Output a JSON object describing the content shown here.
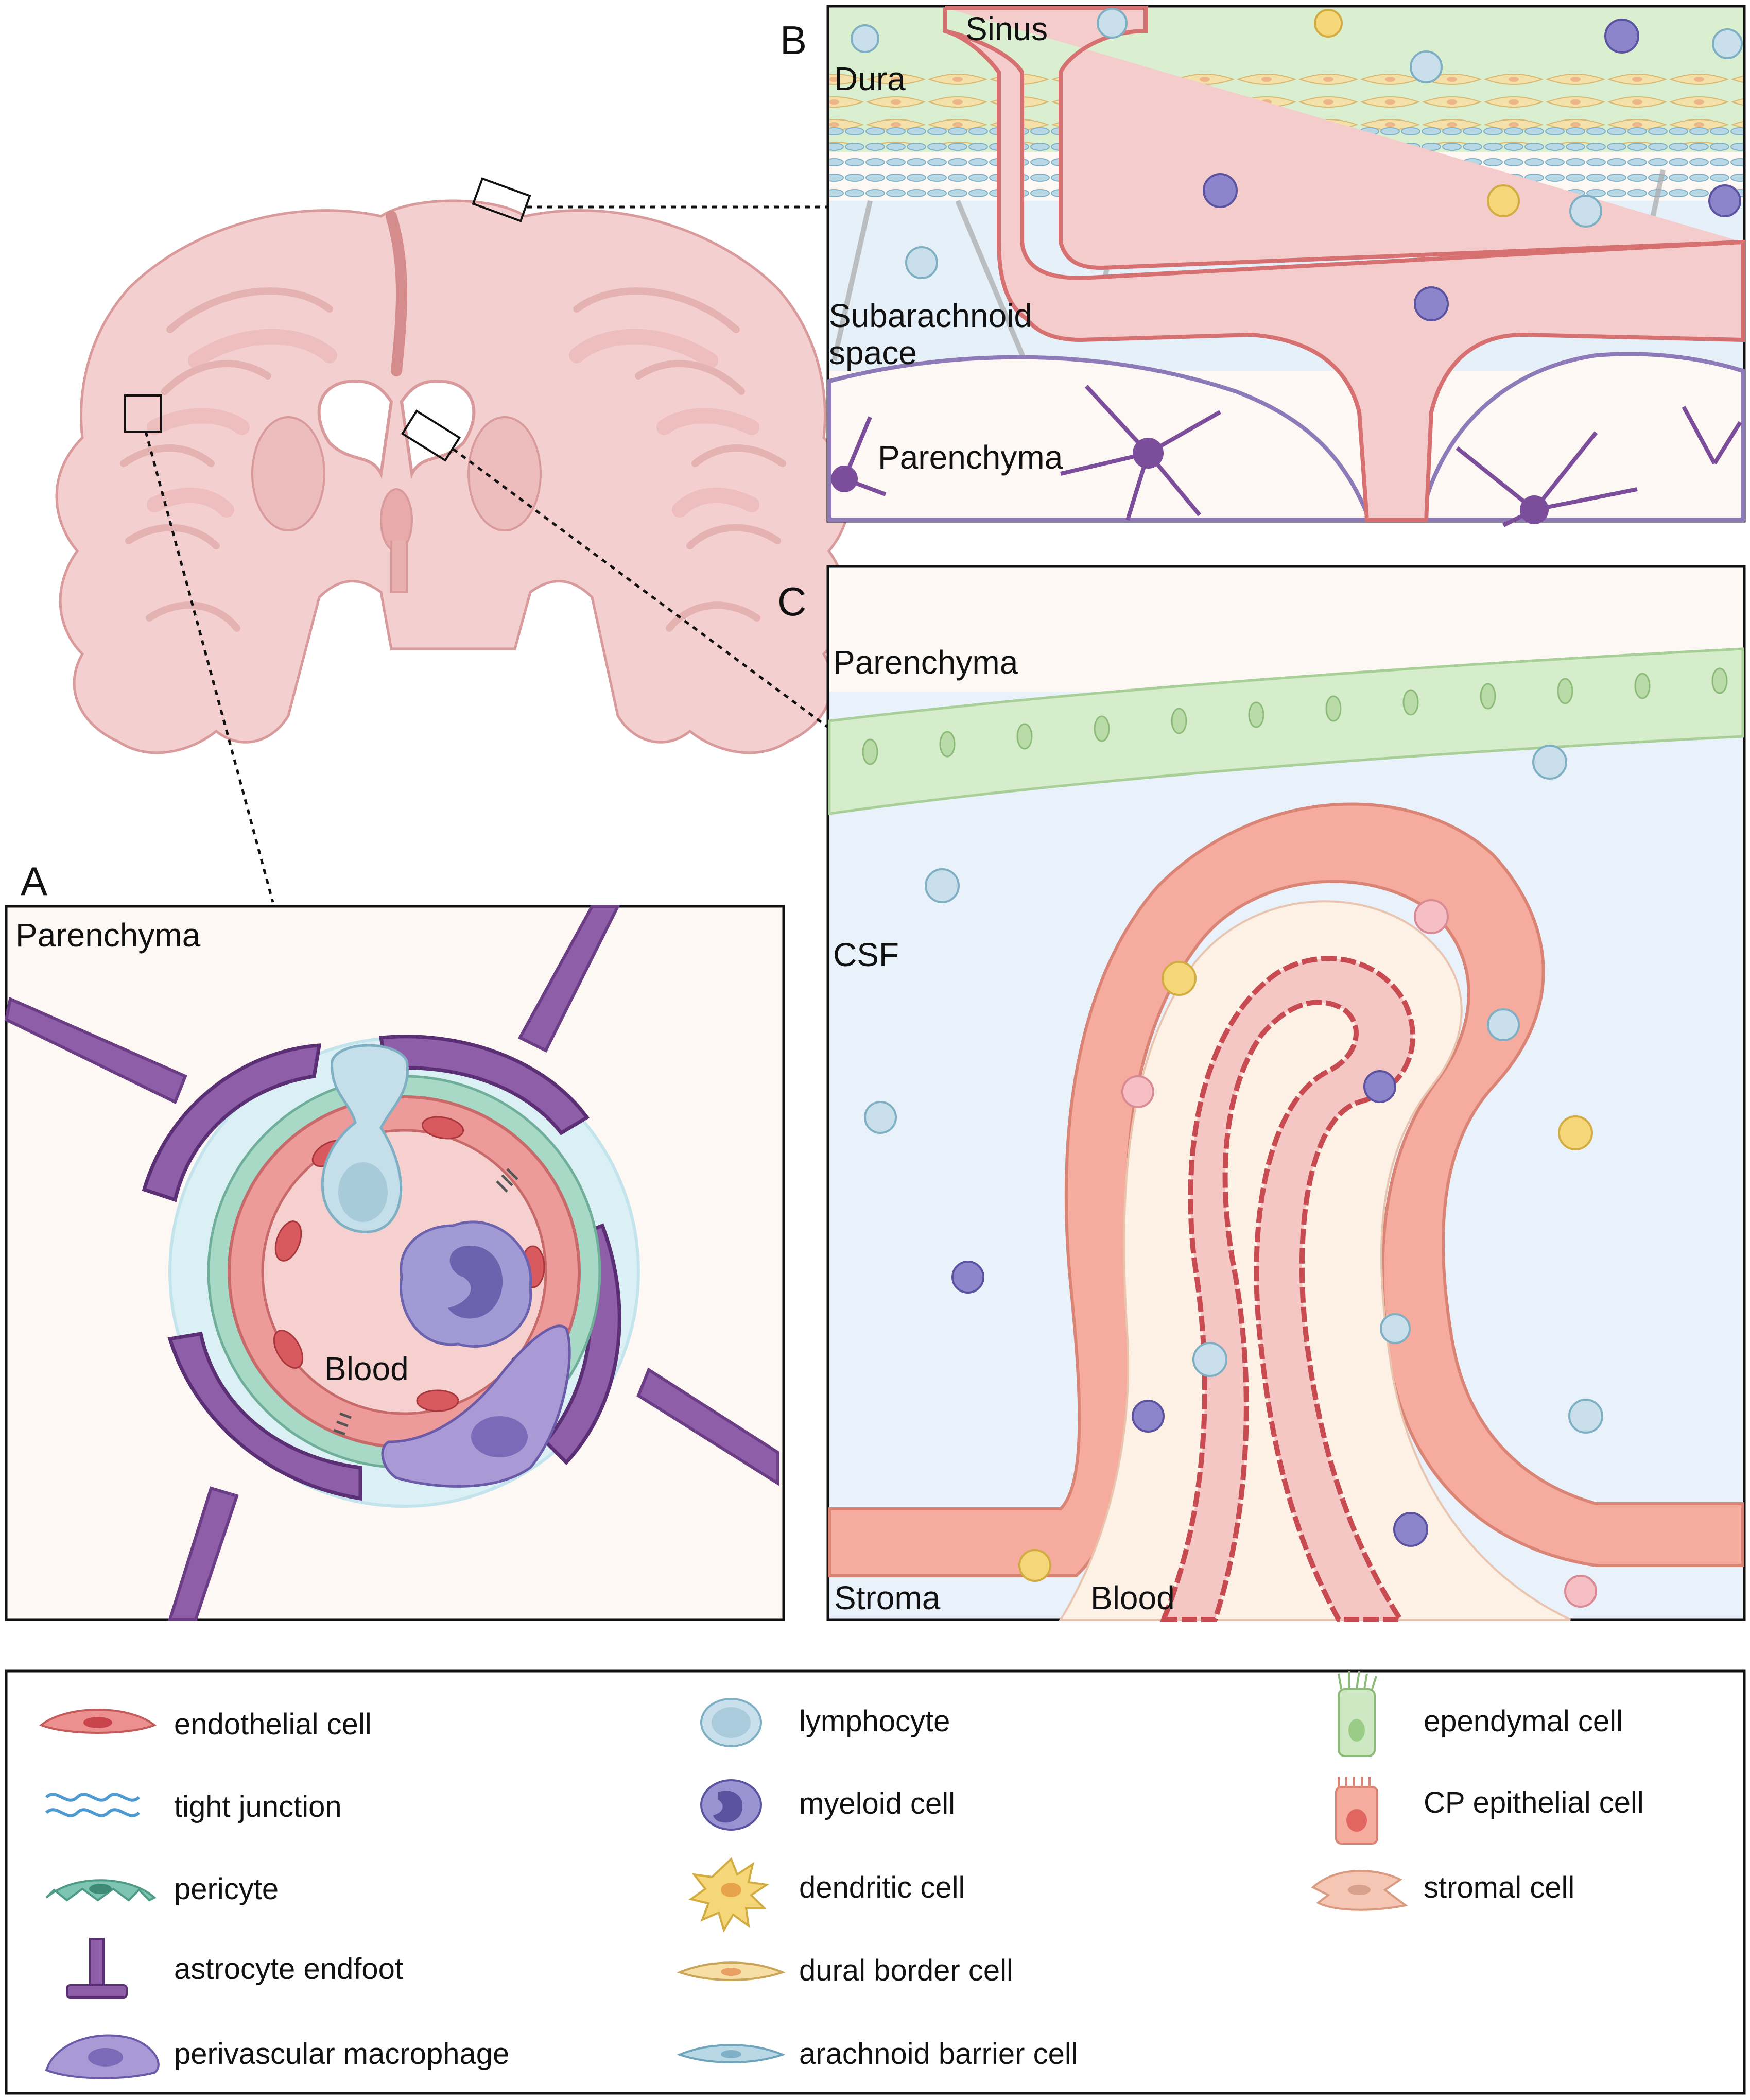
{
  "panels": {
    "a": {
      "letter": "A",
      "parenchyma": "Parenchyma",
      "blood": "Blood"
    },
    "b": {
      "letter": "B",
      "sinus": "Sinus",
      "dura": "Dura",
      "subarachnoid": [
        "Subarachnoid",
        "space"
      ],
      "parenchyma": "Parenchyma"
    },
    "c": {
      "letter": "C",
      "parenchyma": "Parenchyma",
      "csf": "CSF",
      "stroma": "Stroma",
      "blood": "Blood"
    }
  },
  "legend": {
    "col1": [
      "endothelial cell",
      "tight junction",
      "pericyte",
      "astrocyte endfoot",
      "perivascular macrophage"
    ],
    "col2": [
      "lymphocyte",
      "myeloid cell",
      "dendritic cell",
      "dural border cell",
      "arachnoid barrier cell"
    ],
    "col3": [
      "ependymal cell",
      "CP epithelial cell",
      "stromal cell"
    ]
  },
  "colors": {
    "brain": "#f2c9c9",
    "brain_outline": "#d99a9a",
    "endothelial": "#e8878a",
    "pericyte": "#7ec4b3",
    "astrocyte": "#8e5fa8",
    "macrophage": "#a79ad4",
    "lymphocyte": "#c9e0ec",
    "myeloid": "#7f78c4",
    "dendritic": "#f5d77a",
    "dural": "#f7dda0",
    "arachnoid": "#a9cfe0",
    "ependymal": "#cfe8c4",
    "cp_epithelial": "#f4a89a",
    "stromal": "#f4c0b0"
  }
}
